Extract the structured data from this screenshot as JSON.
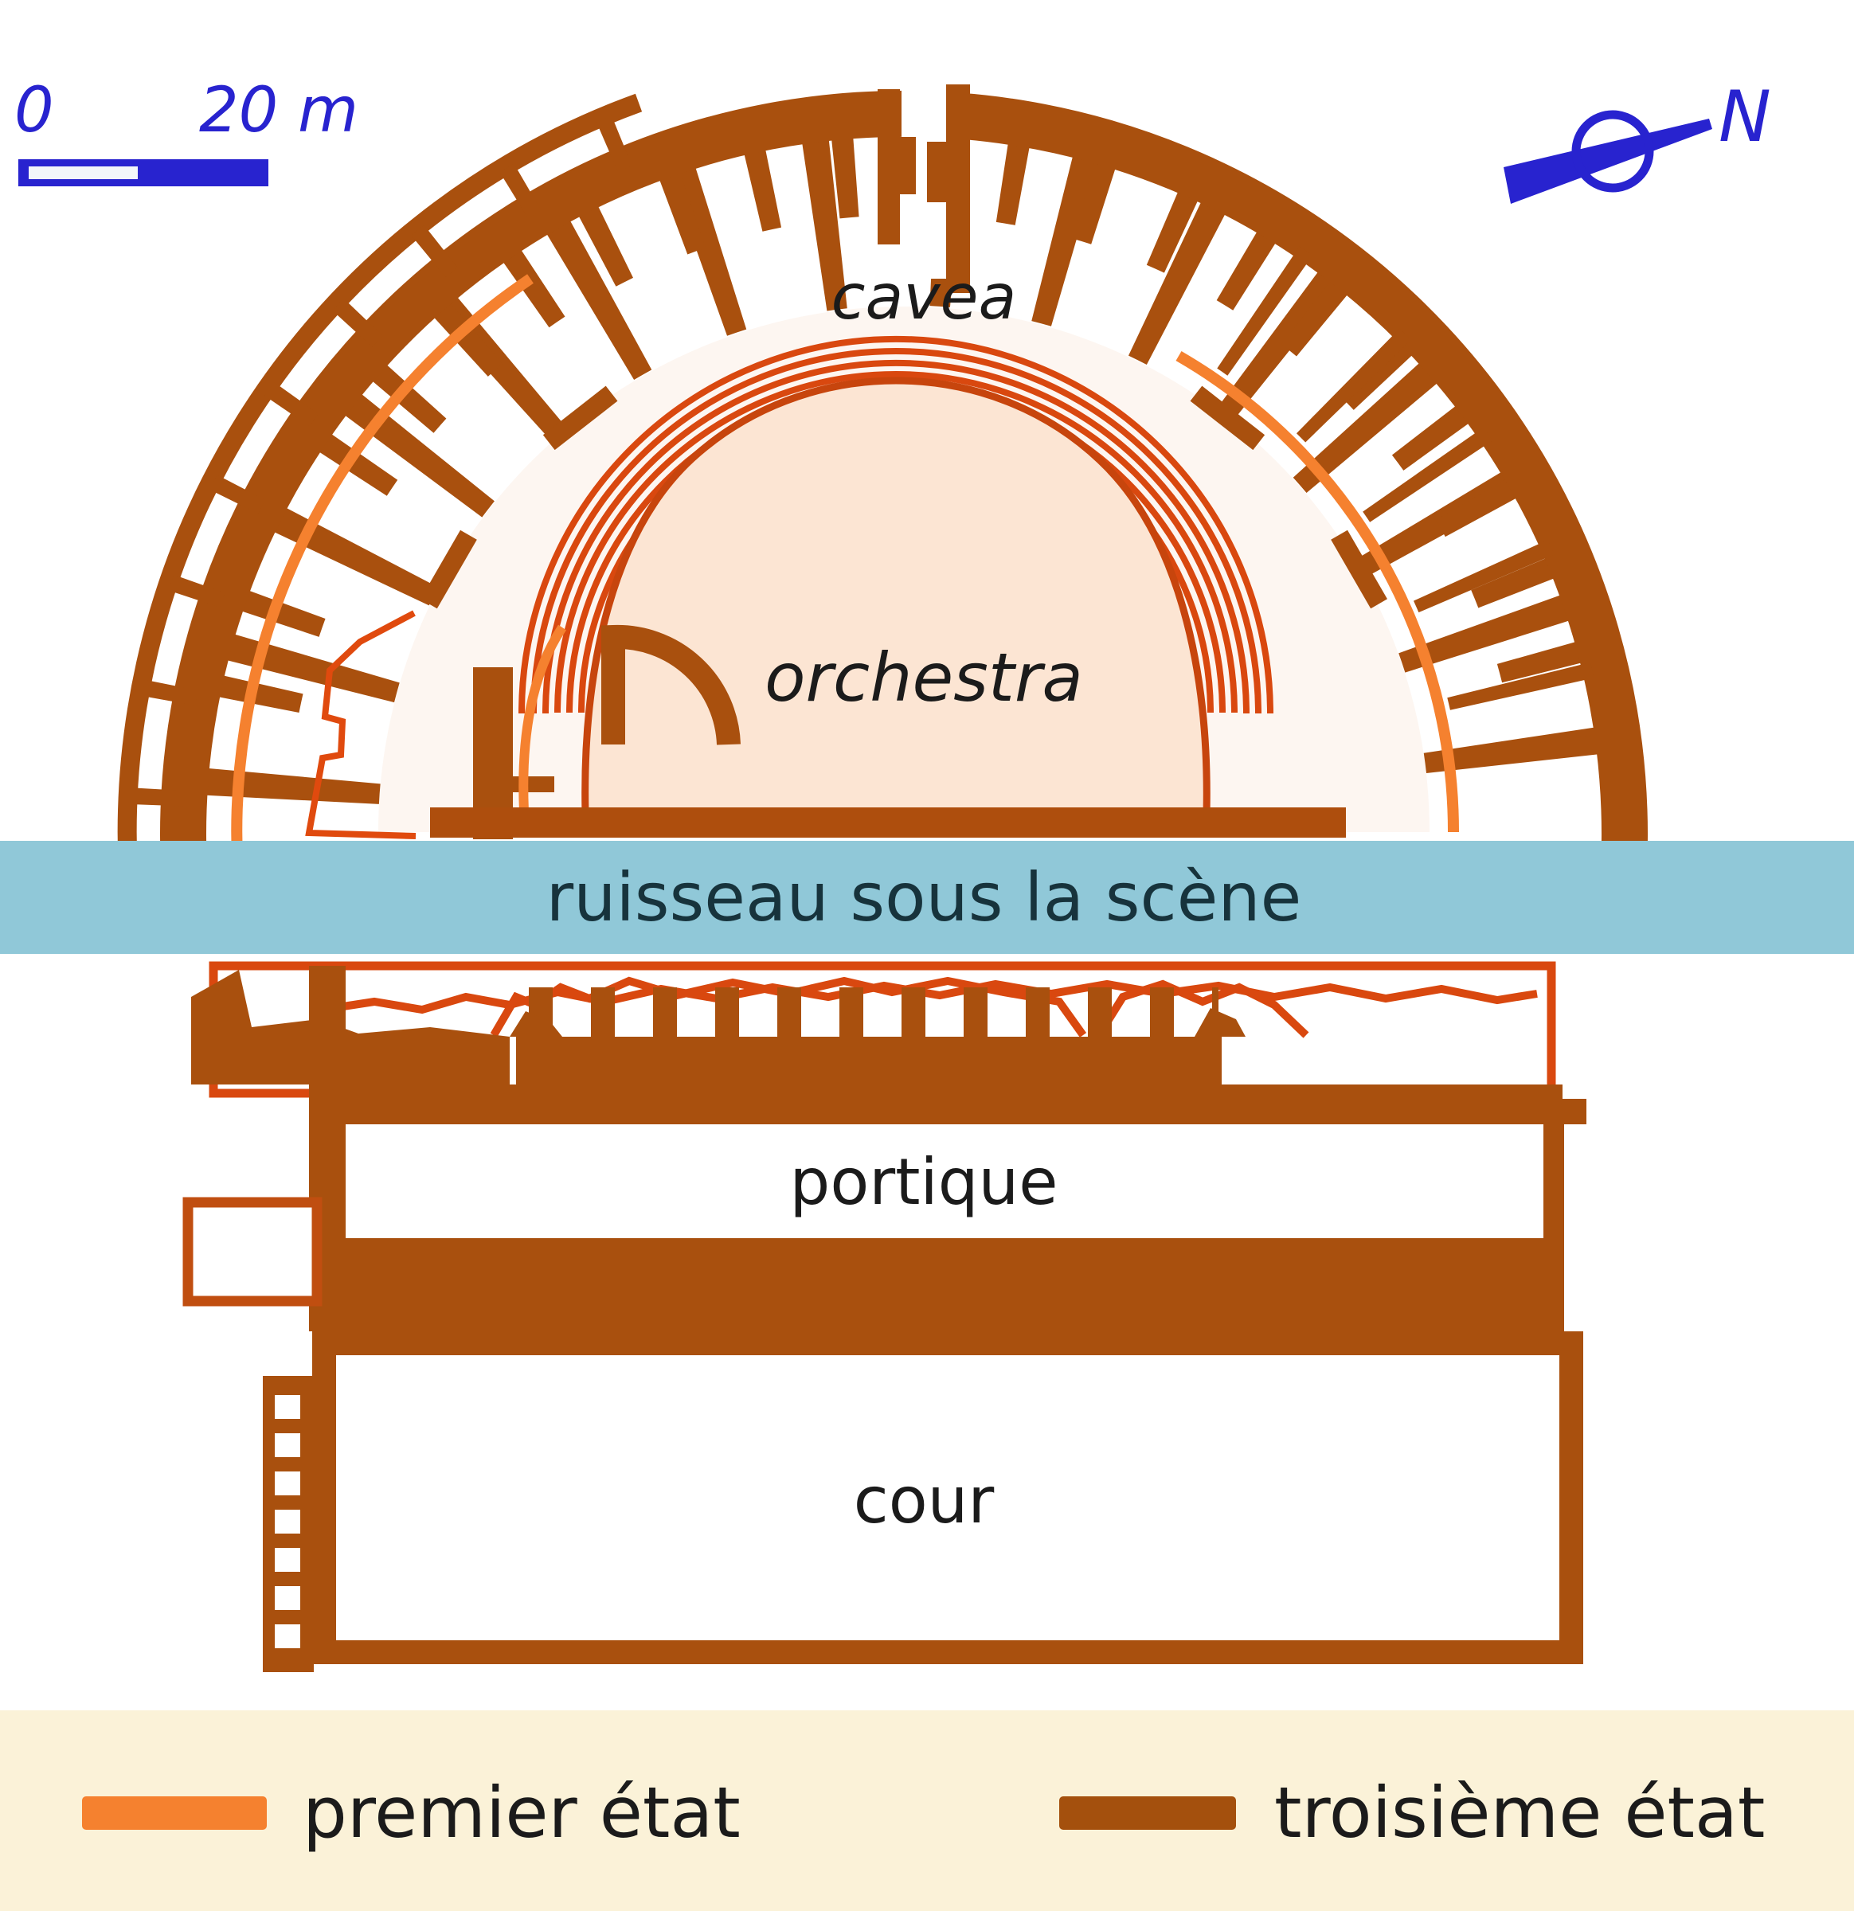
{
  "scale_bar": {
    "start_label": "0",
    "end_label": "20 m"
  },
  "compass": {
    "label": "N"
  },
  "plan_labels": {
    "cavea": "cavea",
    "orchestra": "orchestra",
    "stream": "ruisseau sous la scène",
    "portico": "portique",
    "courtyard": "cour"
  },
  "legend": {
    "entries": [
      {
        "label": "premier état",
        "color": "#F5812F"
      },
      {
        "label": "troisième état",
        "color": "#A4500D"
      }
    ]
  },
  "colors": {
    "first_state_orange": "#F5812F",
    "third_state_brown": "#A9500E",
    "ruin_outline": "#D9480F",
    "water_band": "#90C8D8",
    "orchestra_fill": "#FCE5D3",
    "legend_background": "#FBF2D8",
    "map_blue": "#2823CF"
  }
}
